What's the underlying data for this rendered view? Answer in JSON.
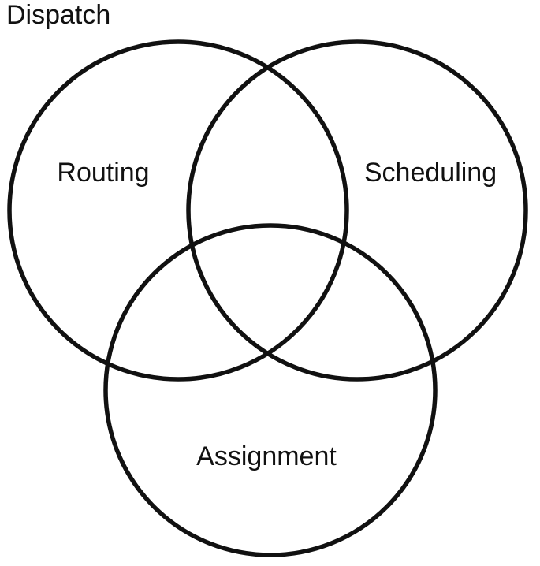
{
  "title": "Dispatch",
  "sets": [
    {
      "id": "routing",
      "label": "Routing"
    },
    {
      "id": "scheduling",
      "label": "Scheduling"
    },
    {
      "id": "assignment",
      "label": "Assignment"
    }
  ],
  "colors": {
    "stroke": "#111111",
    "text": "#111111",
    "background": "#ffffff"
  }
}
